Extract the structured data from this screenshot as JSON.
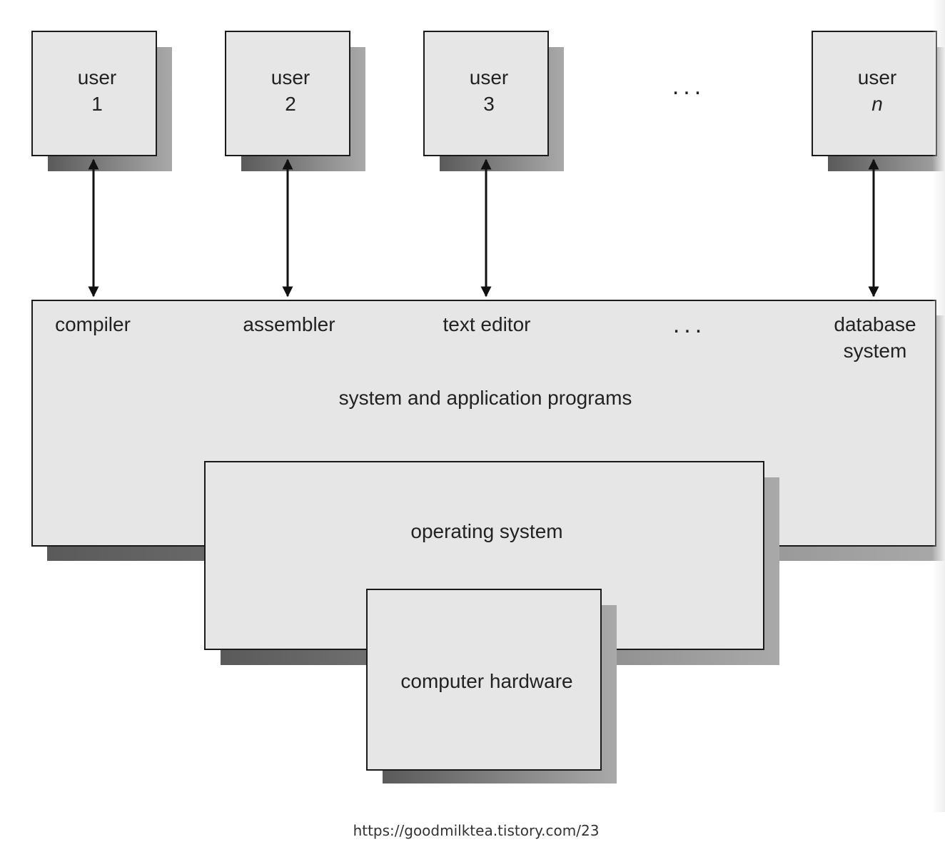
{
  "users": [
    {
      "line1": "user",
      "line2": "1"
    },
    {
      "line1": "user",
      "line2": "2"
    },
    {
      "line1": "user",
      "line2": "3"
    },
    {
      "line1": "user",
      "line2": "n"
    }
  ],
  "user_ellipsis": "...",
  "programs": {
    "compiler": "compiler",
    "assembler": "assembler",
    "text_editor": "text editor",
    "ellipsis": "...",
    "database_line1": "database",
    "database_line2": "system",
    "layer_label": "system and application programs"
  },
  "operating_system": "operating system",
  "hardware": "computer hardware",
  "source": "https://goodmilktea.tistory.com/23",
  "colors": {
    "box_fill": "#e6e6e6",
    "stroke": "#1a1a1a",
    "shadow": "#8c8c8c"
  }
}
